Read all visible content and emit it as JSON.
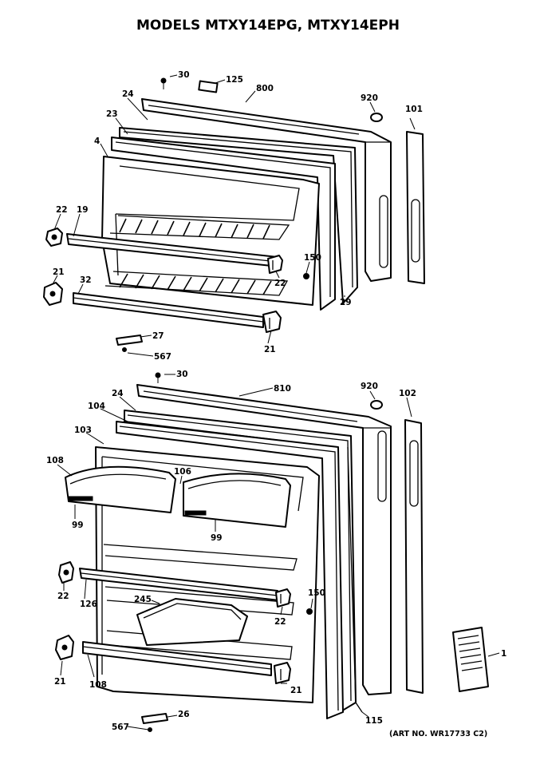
{
  "title": "MODELS MTXY14EPG, MTXY14EPH",
  "art_number": "(ART NO. WR17733 C2)",
  "labels": {
    "freezer": {
      "l30": "30",
      "l125": "125",
      "l800": "800",
      "l920": "920",
      "l101": "101",
      "l24": "24",
      "l23": "23",
      "l4": "4",
      "l22a": "22",
      "l19": "19",
      "l150": "150",
      "l21a": "21",
      "l32": "32",
      "l22b": "22",
      "l29": "29",
      "l27": "27",
      "l567": "567",
      "l21b": "21"
    },
    "fresh_food": {
      "l30": "30",
      "l810": "810",
      "l920": "920",
      "l102": "102",
      "l24": "24",
      "l104": "104",
      "l103": "103",
      "l108": "108",
      "l106": "106",
      "l99a": "99",
      "l99b": "99",
      "l22a": "22",
      "l126": "126",
      "l245": "245",
      "l150": "150",
      "l22b": "22",
      "l21a": "21",
      "l108b": "108",
      "l21b": "21",
      "l567": "567",
      "l26": "26",
      "l115": "115",
      "l1": "1"
    }
  }
}
